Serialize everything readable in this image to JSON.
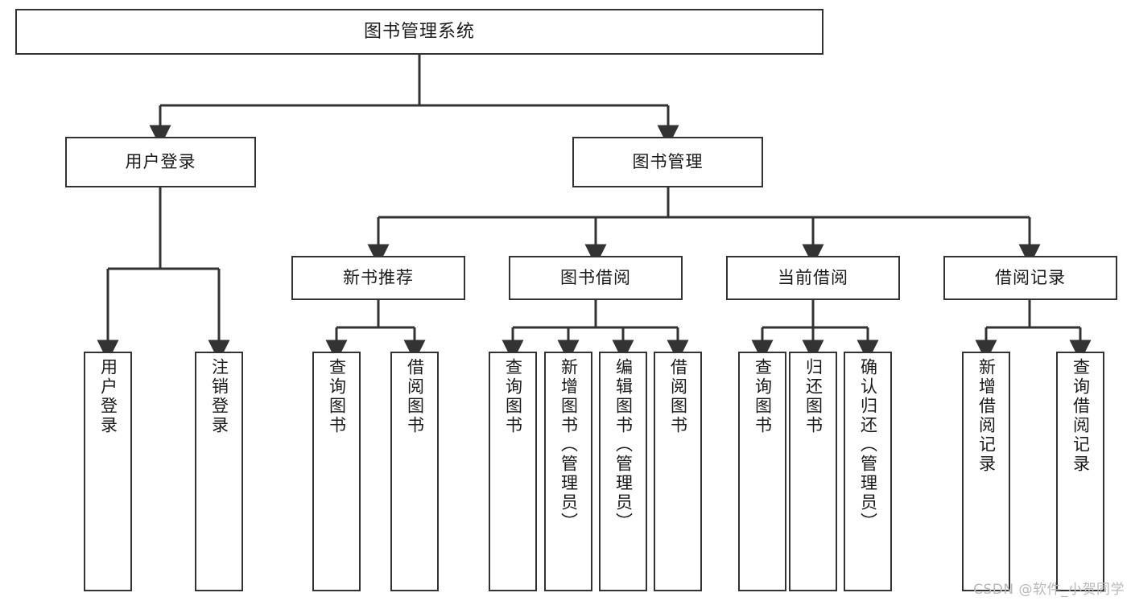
{
  "diagram": {
    "title": "图书管理系统",
    "watermark": "CSDN @软件_小贺同学",
    "colors": {
      "stroke": "#333333",
      "fill": "#ffffff",
      "text": "#1a1a1a",
      "watermark": "#b9b9b9"
    },
    "nodes": {
      "root": {
        "label": "图书管理系统"
      },
      "level1": [
        {
          "id": "user-login",
          "label": "用户登录"
        },
        {
          "id": "book-manage",
          "label": "图书管理"
        }
      ],
      "level2": [
        {
          "id": "new-book-recommend",
          "label": "新书推荐"
        },
        {
          "id": "book-borrow",
          "label": "图书借阅"
        },
        {
          "id": "current-borrow",
          "label": "当前借阅"
        },
        {
          "id": "borrow-record",
          "label": "借阅记录"
        }
      ],
      "leaves": {
        "user-login": [
          {
            "id": "leaf-user-login",
            "label": "用户登录"
          },
          {
            "id": "leaf-logout-login",
            "label": "注销登录"
          }
        ],
        "new-book-recommend": [
          {
            "id": "leaf-query-book-1",
            "label": "查询图书"
          },
          {
            "id": "leaf-borrow-book-1",
            "label": "借阅图书"
          }
        ],
        "book-borrow": [
          {
            "id": "leaf-query-book-2",
            "label": "查询图书"
          },
          {
            "id": "leaf-add-book",
            "label": "新增图书（管理员）"
          },
          {
            "id": "leaf-edit-book",
            "label": "编辑图书（管理员）"
          },
          {
            "id": "leaf-borrow-book-2",
            "label": "借阅图书"
          }
        ],
        "current-borrow": [
          {
            "id": "leaf-query-book-3",
            "label": "查询图书"
          },
          {
            "id": "leaf-return-book",
            "label": "归还图书"
          },
          {
            "id": "leaf-confirm-return",
            "label": "确认归还（管理员）"
          }
        ],
        "borrow-record": [
          {
            "id": "leaf-add-record",
            "label": "新增借阅记录"
          },
          {
            "id": "leaf-query-record",
            "label": "查询借阅记录"
          }
        ]
      }
    }
  }
}
